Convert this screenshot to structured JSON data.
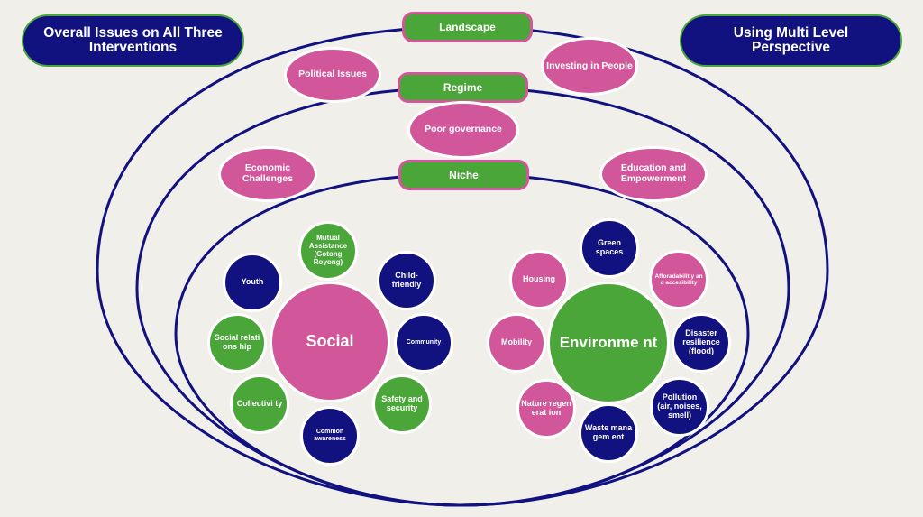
{
  "header": {
    "left_title": "Overall Issues on All Three Interventions",
    "right_title": "Using Multi Level Perspective"
  },
  "levels": {
    "landscape": "Landscape",
    "regime": "Regime",
    "niche": "Niche"
  },
  "landscape_issues": [
    "Political Issues",
    "Investing in People"
  ],
  "regime_issues": [
    "Poor governance",
    "Economic Challenges",
    "Education and Empowerment"
  ],
  "social": {
    "hub": "Social",
    "items": [
      {
        "label": "Mutual Assistance (Gotong Royong)",
        "color": "green"
      },
      {
        "label": "Youth",
        "color": "navy"
      },
      {
        "label": "Child-friendly",
        "color": "navy"
      },
      {
        "label": "Social relations hip",
        "color": "green"
      },
      {
        "label": "Community",
        "color": "navy"
      },
      {
        "label": "Collectivi ty",
        "color": "green"
      },
      {
        "label": "Safety and security",
        "color": "green"
      },
      {
        "label": "Common awareness",
        "color": "navy"
      }
    ]
  },
  "environment": {
    "hub": "Environme nt",
    "items": [
      {
        "label": "Green spaces",
        "color": "navy"
      },
      {
        "label": "Housing",
        "color": "pink"
      },
      {
        "label": "Afforadabilit y and accesibility",
        "color": "pink"
      },
      {
        "label": "Mobility",
        "color": "pink"
      },
      {
        "label": "Disaster resilience (flood)",
        "color": "navy"
      },
      {
        "label": "Nature regenerat ion",
        "color": "pink"
      },
      {
        "label": "Pollution (air, noises, smell)",
        "color": "navy"
      },
      {
        "label": "Waste managem ent",
        "color": "navy"
      }
    ]
  },
  "colors": {
    "navy": "#111180",
    "green": "#4aa638",
    "pink": "#d2569a",
    "background": "#f1efe9"
  }
}
